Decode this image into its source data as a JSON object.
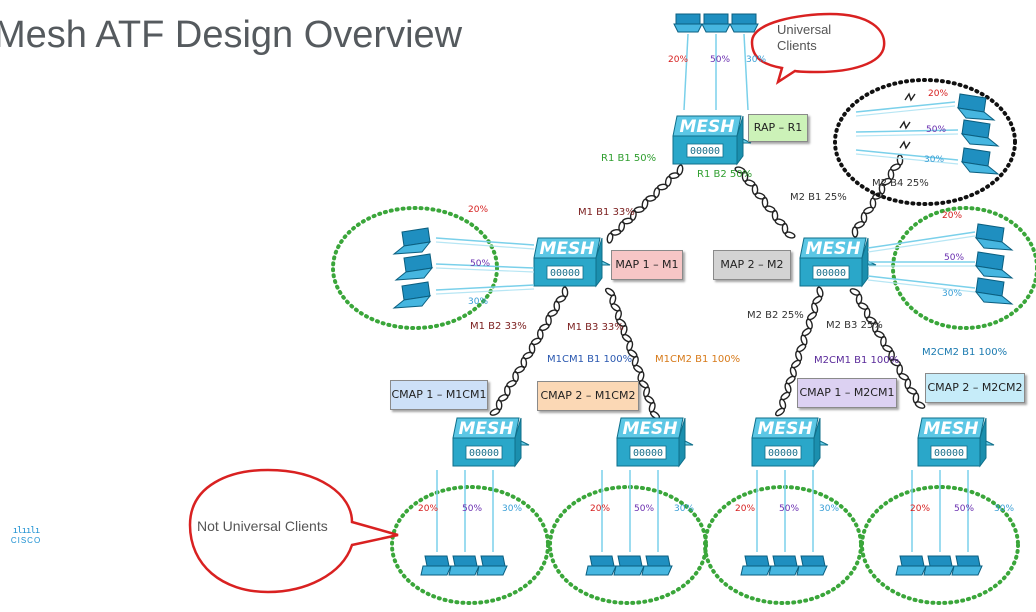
{
  "title": "Mesh ATF Design Overview",
  "logo_text": "CISCO",
  "callouts": {
    "universal": "Universal\nClients",
    "not_universal": "Not Universal Clients"
  },
  "node_label": "MESH",
  "node_ports": "00000",
  "nodes": {
    "rap": "RAP – R1",
    "map1": "MAP 1 – M1",
    "map2": "MAP 2 – M2",
    "cmap11": "CMAP 1 – M1CM1",
    "cmap12": "CMAP 2 – M1CM2",
    "cmap21": "CMAP 1 – M2CM1",
    "cmap22": "CMAP 2 – M2CM2"
  },
  "link_labels": {
    "r1b1": "R1 B1 50%",
    "r1b2": "R1 B2 50%",
    "m1b1": "M1 B1 33%",
    "m1b2": "M1 B2 33%",
    "m1b3": "M1 B3 33%",
    "m2b1": "M2 B1 25%",
    "m2b2": "M2 B2 25%",
    "m2b3": "M2 B3 25%",
    "m2b4": "M2 B4 25%",
    "m1cm1b1": "M1CM1 B1 100%",
    "m1cm2b1": "M1CM2 B1 100%",
    "m2cm1b1": "M2CM1 B1 100%",
    "m2cm2b1": "M2CM2 B1 100%"
  },
  "client_shares": [
    "20%",
    "50%",
    "30%"
  ],
  "colors": {
    "mesh_blue": "#2aa7c9",
    "green_dots": "#3aa63a",
    "red_callout": "#d92121",
    "pct_red": "#d62020",
    "pct_purple": "#6a2fb0",
    "pct_cyan": "#3a9fd6",
    "box_rap": "#ccf2b8",
    "box_map1": "#f6c6c6",
    "box_map2": "#d3d3d3",
    "box_cmap11": "#cde0f7",
    "box_cmap12": "#fbd8b5",
    "box_cmap21": "#dcd1f2",
    "box_cmap22": "#c6ecf9"
  }
}
